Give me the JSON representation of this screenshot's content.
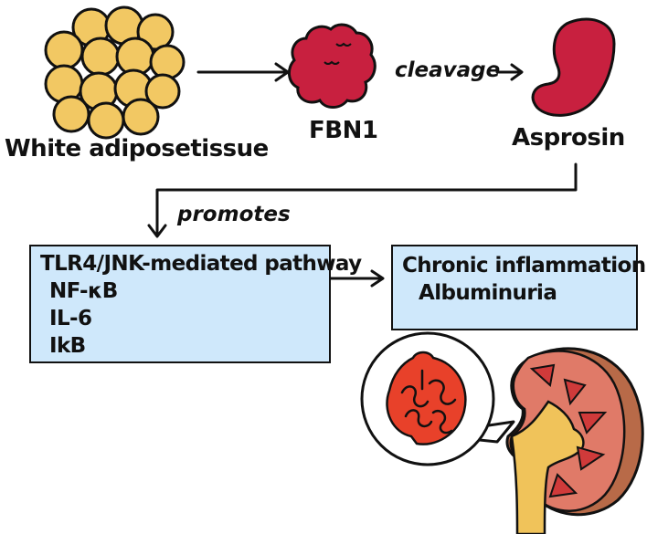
{
  "nodes": {
    "adipose": {
      "label": "White adiposetissue"
    },
    "fbn1": {
      "label": "FBN1"
    },
    "asprosin": {
      "label": "Asprosin"
    }
  },
  "edges": {
    "cleavage": {
      "label": "cleavage"
    },
    "promotes": {
      "label": "promotes"
    }
  },
  "pathway_box": {
    "title": "TLR4/JNK-mediated pathway",
    "items": [
      "NF-κB",
      "IL-6",
      "IkB"
    ]
  },
  "outcome_box": {
    "lines": [
      "Chronic inflammation",
      "Albuminuria"
    ]
  },
  "colors": {
    "adipocyte": "#f2c863",
    "protein": "#c8203f",
    "box_fill": "#cfe8fb",
    "kidney": "#e07a68",
    "kidney_pyramid": "#d03a3a",
    "ureter": "#f0c35a",
    "glomerulus": "#e8412a"
  }
}
